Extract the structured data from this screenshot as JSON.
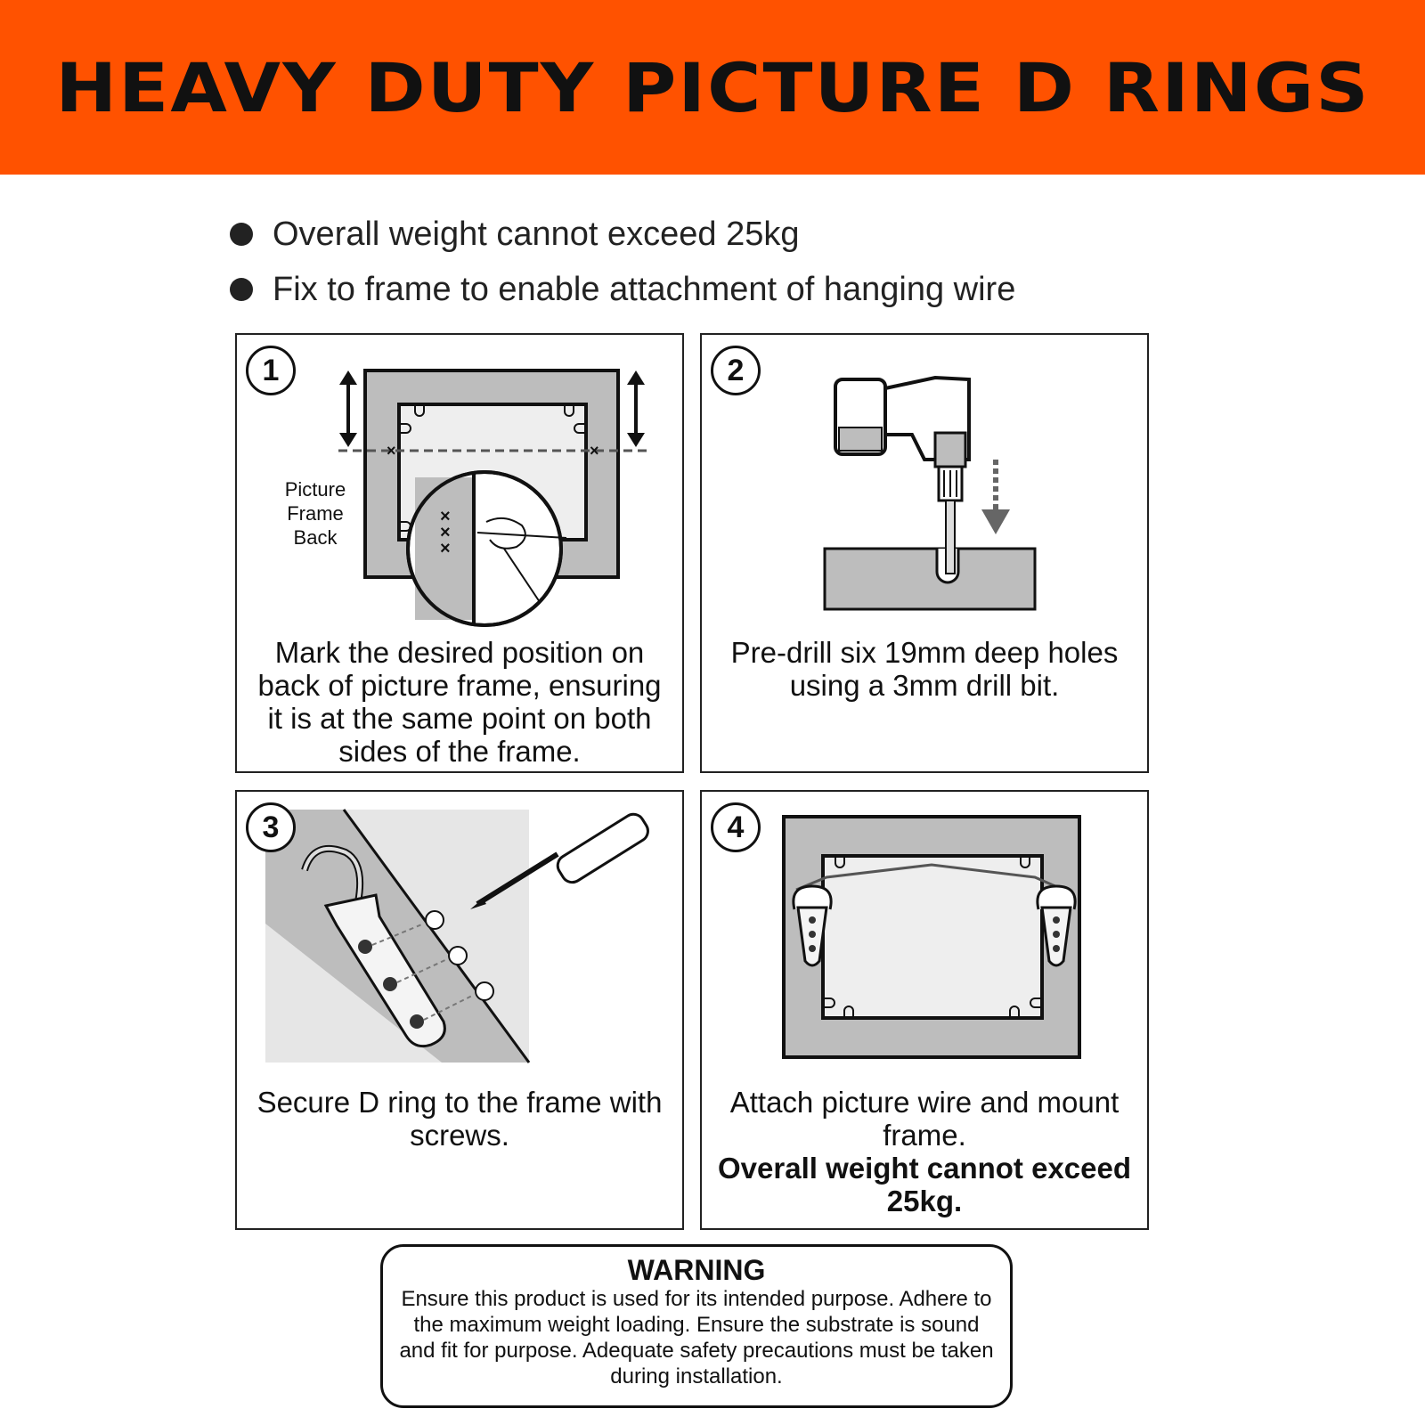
{
  "header": {
    "title": "HEAVY DUTY PICTURE D RINGS",
    "color": "#ff5200"
  },
  "bullets": [
    "Overall weight cannot exceed 25kg",
    "Fix to frame to enable attachment of hanging wire"
  ],
  "steps": [
    {
      "number": "1",
      "label": "Picture\nFrame\nBack",
      "caption": "Mark the desired position on back of picture frame, ensuring it is at the same point on both sides of the frame.",
      "icon": "frame-marking-illustration"
    },
    {
      "number": "2",
      "caption": "Pre-drill six 19mm deep holes using a 3mm drill bit.",
      "icon": "drill-illustration"
    },
    {
      "number": "3",
      "caption": "Secure D ring to the frame with screws.",
      "icon": "screwdriver-d-ring-illustration"
    },
    {
      "number": "4",
      "caption": "Attach picture wire and mount frame.",
      "caption_bold": "Overall weight cannot exceed 25kg.",
      "icon": "wired-frame-illustration"
    }
  ],
  "warning": {
    "title": "WARNING",
    "body": "Ensure this product is used for its intended purpose. Adhere to the maximum weight loading. Ensure the substrate is sound and fit for purpose. Adequate safety precautions must be taken during installation."
  }
}
